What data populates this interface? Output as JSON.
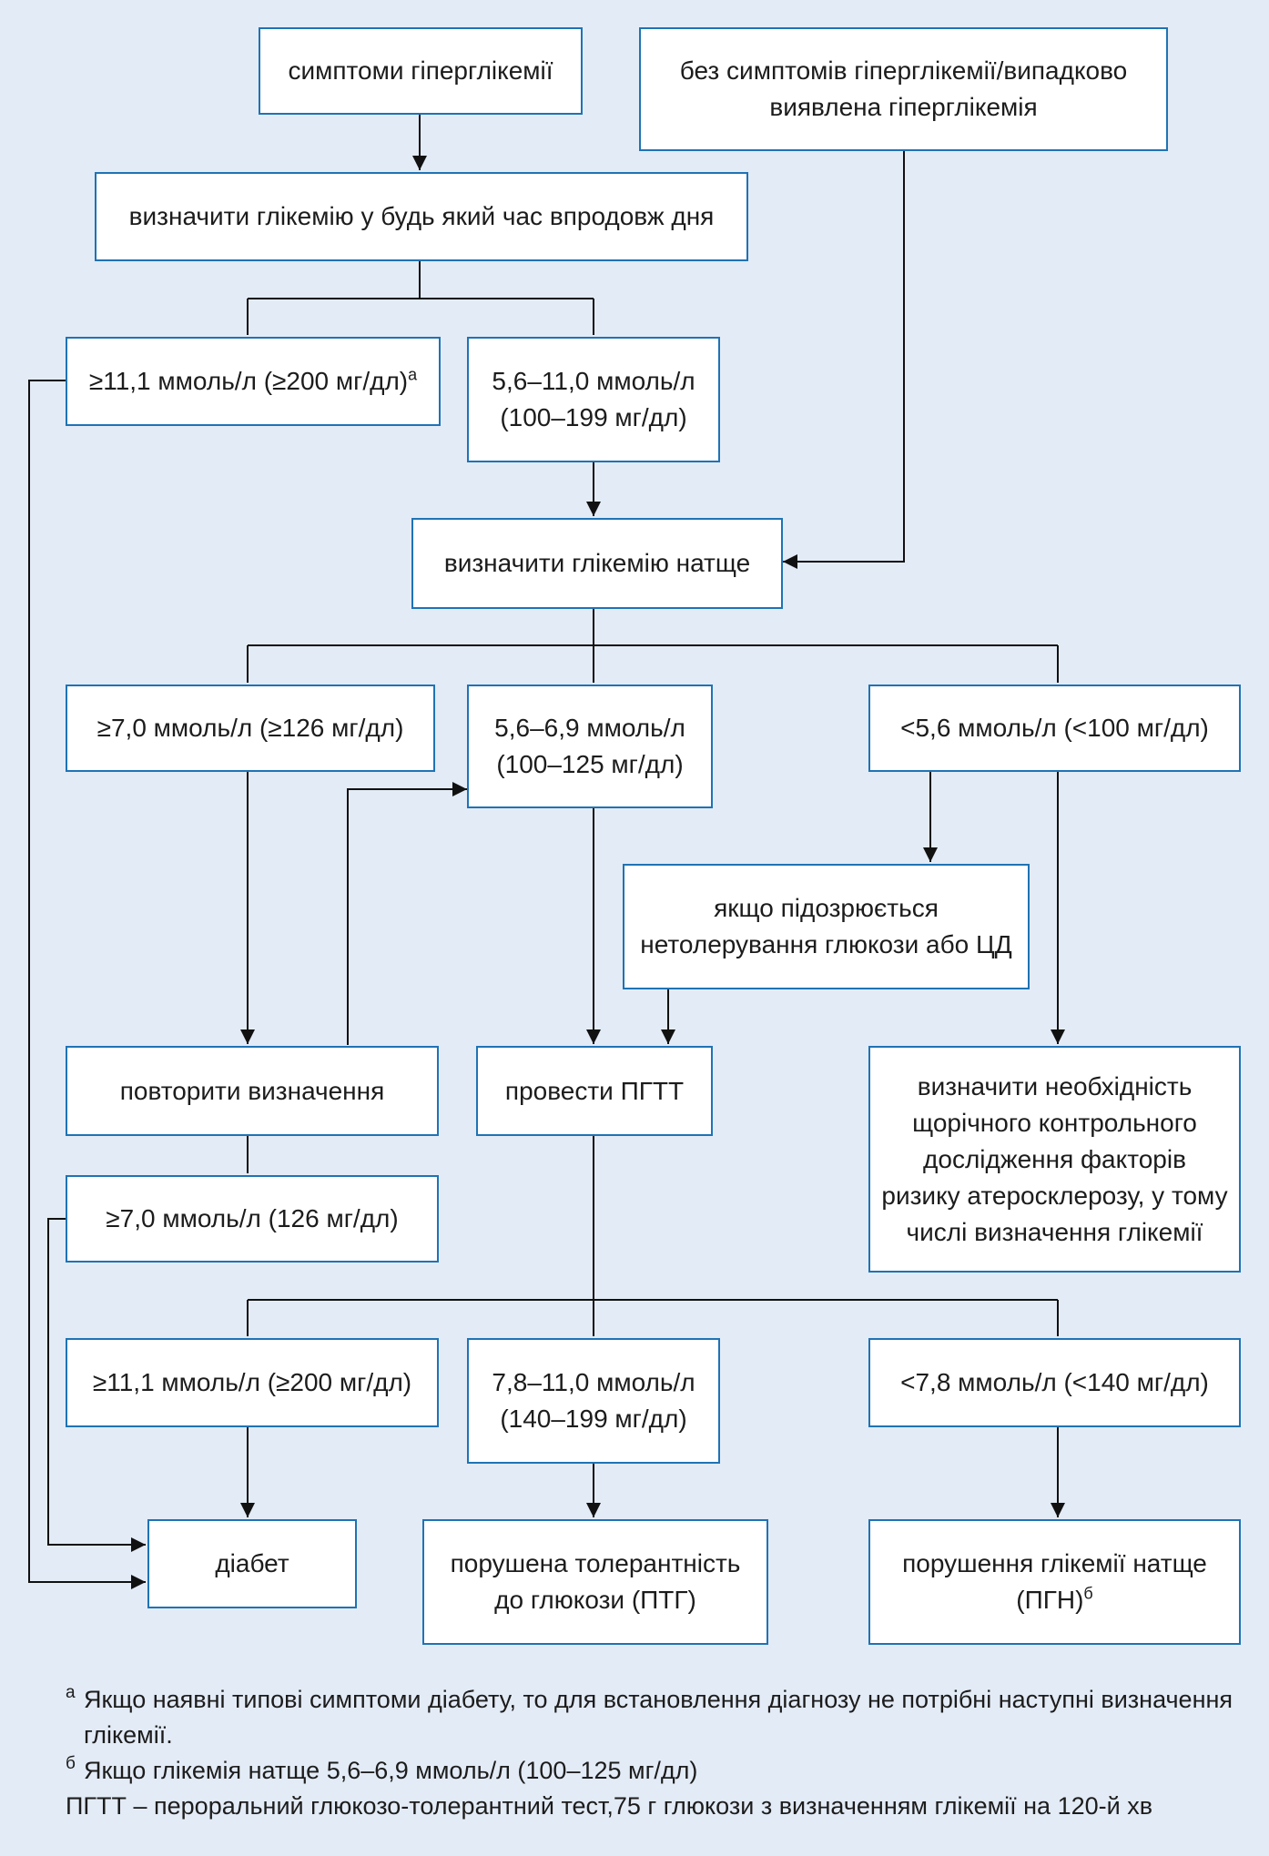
{
  "colors": {
    "background": "#e3ebf6",
    "box_border": "#1f73b5",
    "box_fill": "#ffffff",
    "line": "#111111"
  },
  "boxes": {
    "b1": {
      "text": "симптоми гіперглікемії"
    },
    "b2": {
      "text": "без симптомів гіперглікемії/випадково виявлена гіперглікемія"
    },
    "b3": {
      "text": "визначити глікемію у будь який час впродовж дня"
    },
    "b4": {
      "text": "≥11,1 ммоль/л (≥200 мг/дл)",
      "sup": "а"
    },
    "b5": {
      "text": "5,6–11,0 ммоль/л (100–199 мг/дл)"
    },
    "b6": {
      "text": "визначити глікемію натще"
    },
    "b7": {
      "text": "≥7,0 ммоль/л (≥126 мг/дл)"
    },
    "b8": {
      "text": "5,6–6,9 ммоль/л (100–125 мг/дл)"
    },
    "b9": {
      "text": "<5,6 ммоль/л (<100 мг/дл)"
    },
    "b10": {
      "text": "якщо підозрюється нетолерування глюкози або ЦД"
    },
    "b11": {
      "text": "повторити визначення"
    },
    "b12": {
      "text": "провести ПГТТ"
    },
    "b13": {
      "text": "визначити необхідність щорічного контрольного дослідження факторів ризику атеросклерозу, у тому числі визначення глікемії"
    },
    "b14": {
      "text": "≥7,0 ммоль/л (126 мг/дл)"
    },
    "b15": {
      "text": "≥11,1 ммоль/л (≥200 мг/дл)"
    },
    "b16": {
      "text": "7,8–11,0 ммоль/л (140–199 мг/дл)"
    },
    "b17": {
      "text": "<7,8 ммоль/л (<140 мг/дл)"
    },
    "b18": {
      "text": "діабет"
    },
    "b19": {
      "text": "порушена толерантність до глюкози (ПТГ)"
    },
    "b20": {
      "text": "порушення глікемії натще (ПГН)",
      "sup": "б"
    }
  },
  "footnotes": {
    "a_mark": "а",
    "a_text": "Якщо наявні типові симптоми діабету, то для встановлення діагнозу не потрібні наступні визначення глікемії.",
    "b_mark": "б",
    "b_text": "Якщо глікемія натще 5,6–6,9 ммоль/л (100–125 мг/дл)",
    "abbr": "ПГТТ – пероральний глюкозо-толерантний тест,75 г глюкози з визначенням глікемії на 120-й хв"
  }
}
